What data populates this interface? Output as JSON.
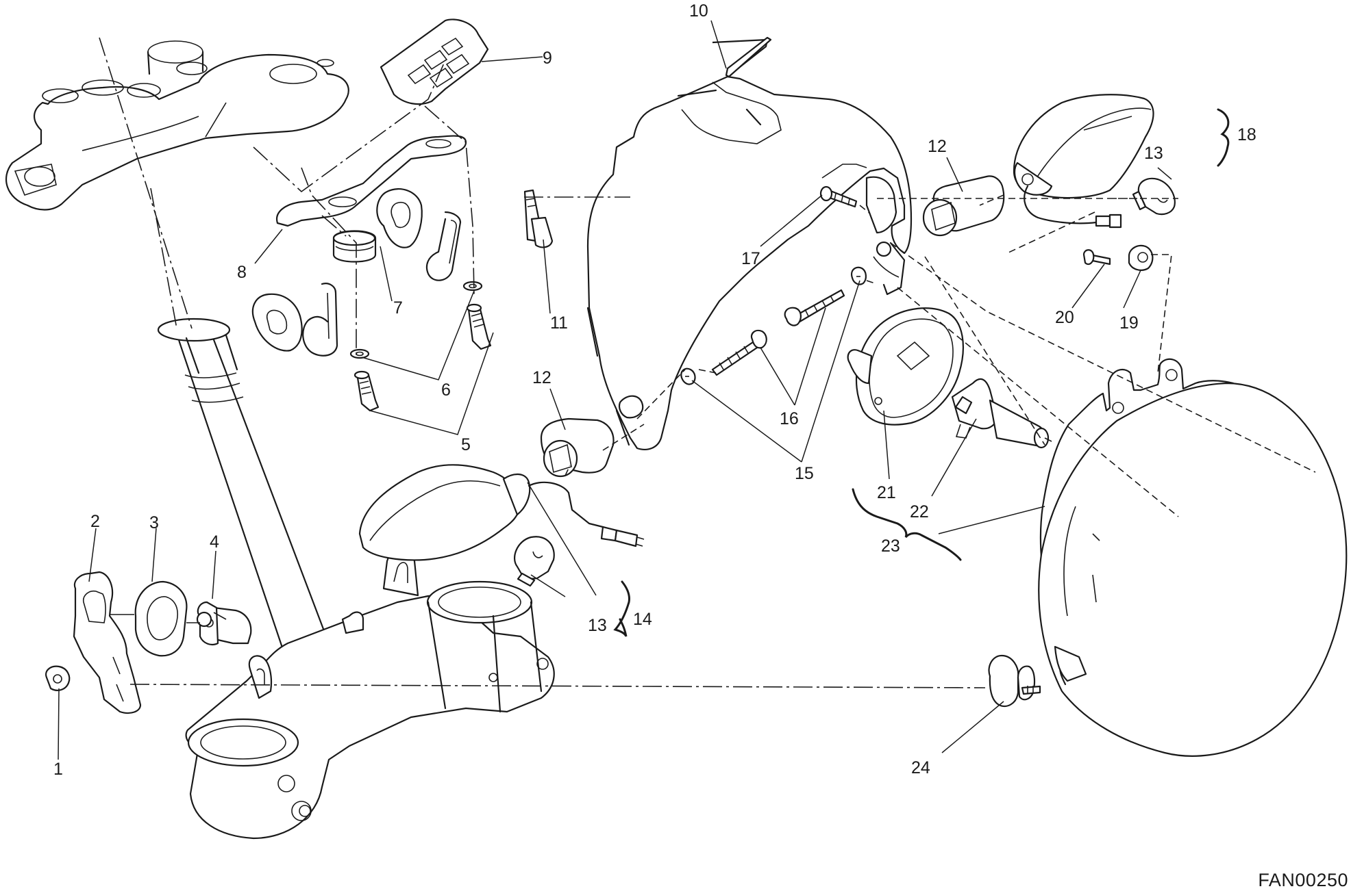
{
  "diagram_code": "FAN00250",
  "callouts": {
    "c1": "1",
    "c2": "2",
    "c3": "3",
    "c4": "4",
    "c5": "5",
    "c6": "6",
    "c7": "7",
    "c8": "8",
    "c9": "9",
    "c10": "10",
    "c11": "11",
    "c12a": "12",
    "c12b": "12",
    "c13a": "13",
    "c13b": "13",
    "c14": "14",
    "c15": "15",
    "c16": "16",
    "c17": "17",
    "c18": "18",
    "c19": "19",
    "c20": "20",
    "c21": "21",
    "c22": "22",
    "c23": "23",
    "c24": "24"
  }
}
